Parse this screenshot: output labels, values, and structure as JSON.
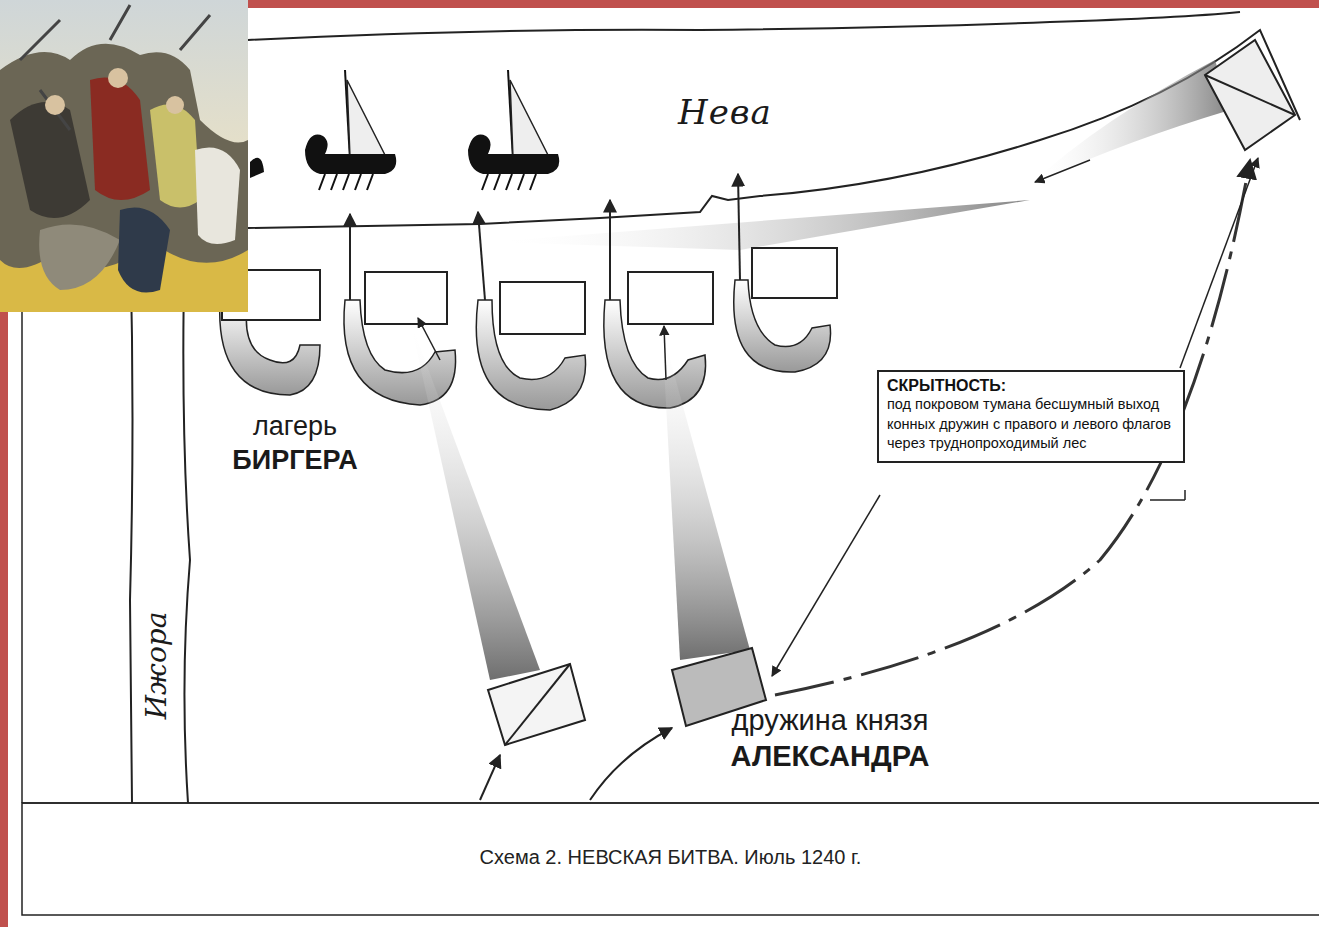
{
  "diagram": {
    "caption": "Схема 2. НЕВСКАЯ БИТВА. Июль 1240 г.",
    "nodes": [
      {
        "text": [
          "СКРЫТНОСТЬ:",
          "под покровом тумана бесшумный выход конных дружин с правого и левого флагов через труднопроходимый лес"
        ]
      }
    ],
    "labels": [
      "Нева",
      "лагерь БИРГЕРА",
      "Ижора",
      "дружина князя АЛЕКСАНДРА"
    ]
  }
}
